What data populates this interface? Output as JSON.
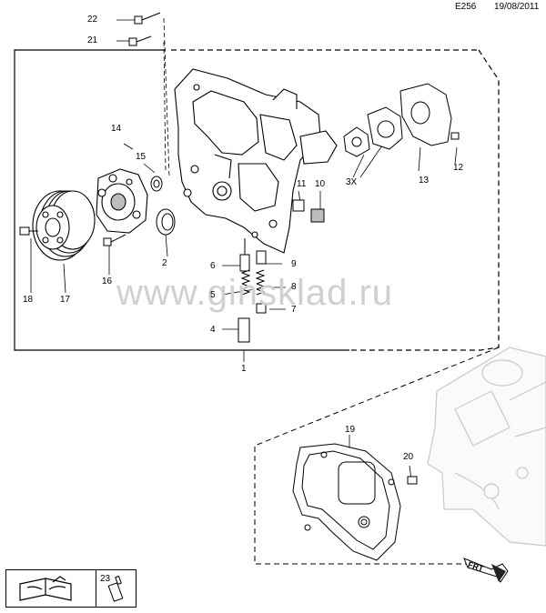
{
  "header": {
    "code": "E256",
    "date": "19/08/2011"
  },
  "watermark": "www.ginsklad.ru",
  "callouts": {
    "c1": "1",
    "c2": "2",
    "c3x": "3X",
    "c4": "4",
    "c5": "5",
    "c6": "6",
    "c7": "7",
    "c8": "8",
    "c9": "9",
    "c10": "10",
    "c11": "11",
    "c12": "12",
    "c13": "13",
    "c14": "14",
    "c15": "15",
    "c16": "16",
    "c17": "17",
    "c18": "18",
    "c19": "19",
    "c20": "20",
    "c21": "21",
    "c22": "22",
    "c23": "23"
  },
  "front_marker": "FRT",
  "colors": {
    "line": "#000000",
    "watermark": "#d0d0d0",
    "ghost": "#c8c8c8",
    "part_fill": "#ffffff",
    "shade": "#bdbdbd"
  }
}
